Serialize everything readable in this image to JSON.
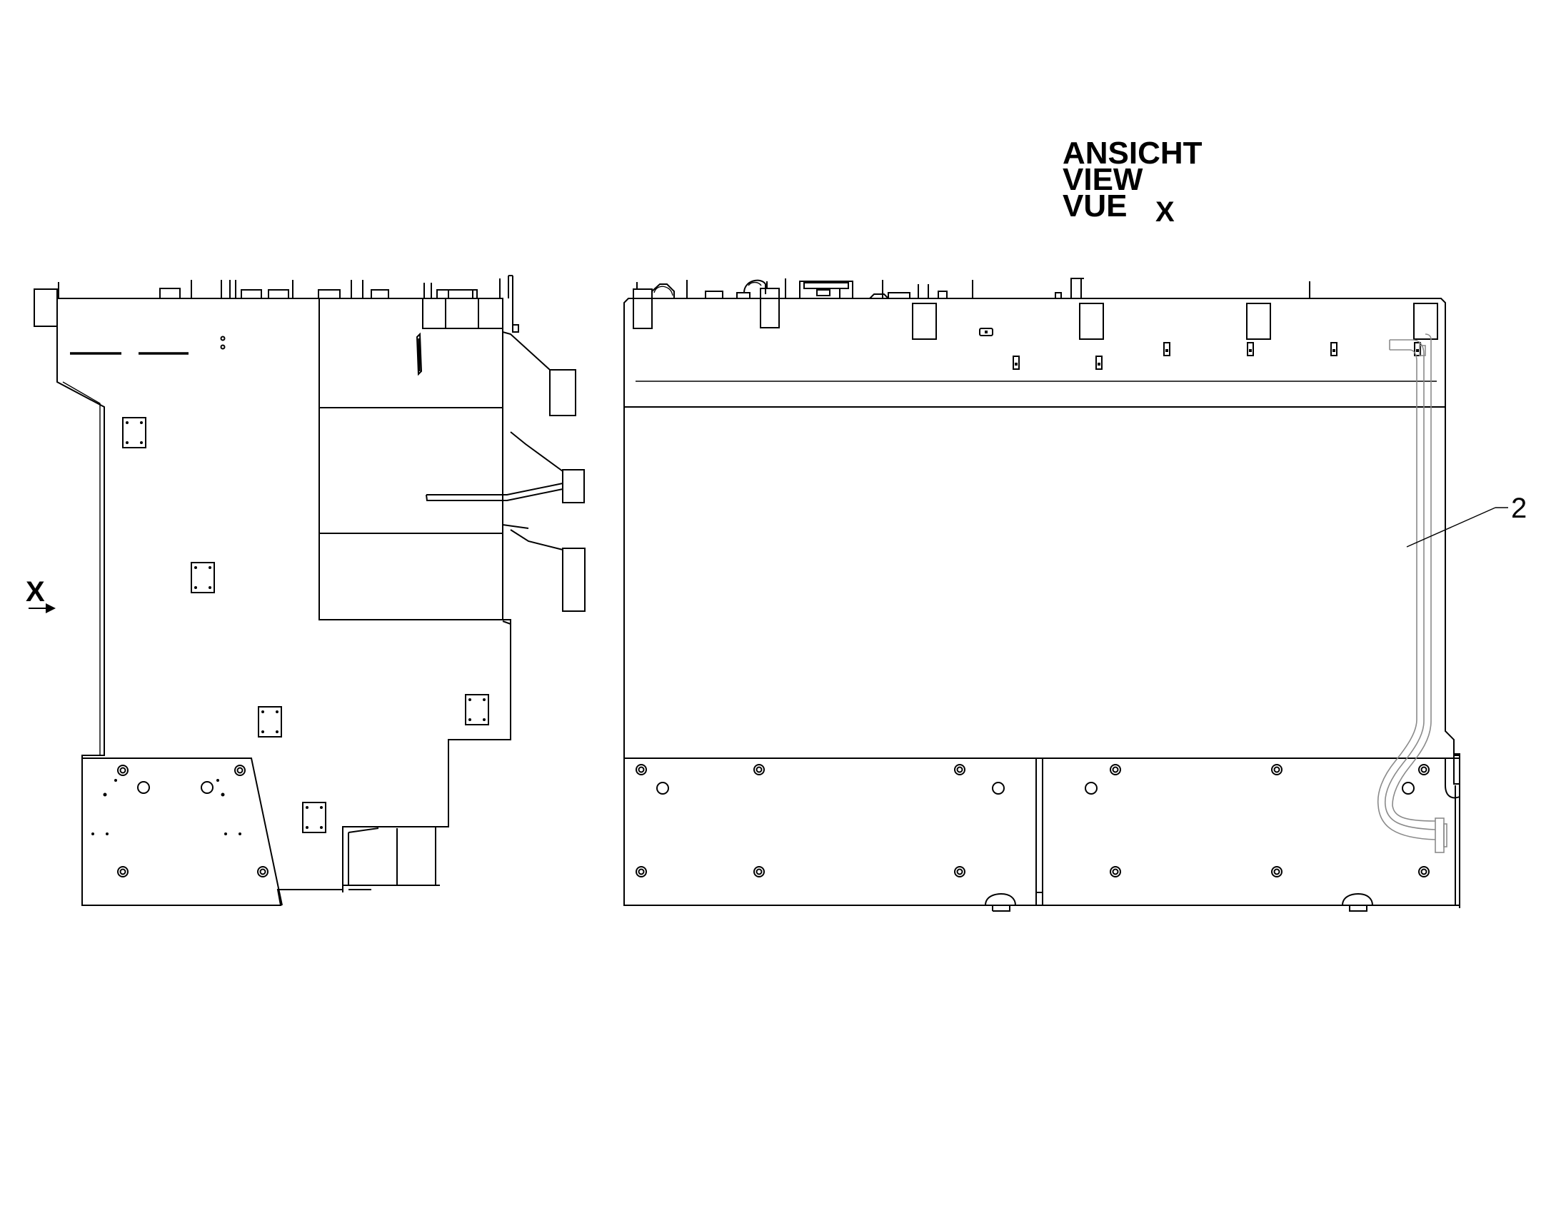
{
  "view_title": {
    "line1": "ANSICHT",
    "line2": "VIEW",
    "line3": "VUE",
    "view_letter": "X"
  },
  "view_marker": {
    "letter": "X"
  },
  "callouts": [
    {
      "label": "2"
    }
  ]
}
